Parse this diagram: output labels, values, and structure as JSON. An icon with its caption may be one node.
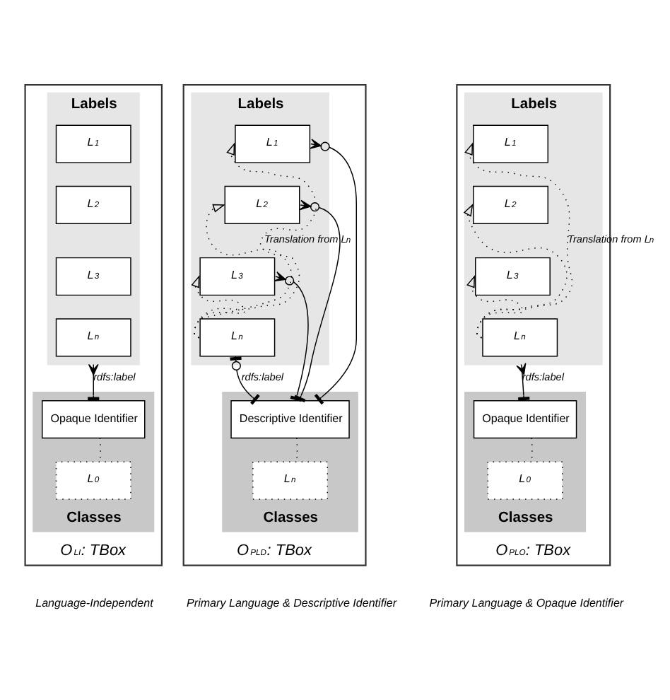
{
  "diagram": {
    "nodes": [
      {
        "text": [
          "O$_{LI}$: TBox"
        ],
        "beside": [
          "Language-Independent"
        ]
      },
      {
        "text": [
          "Labels"
        ],
        "in": 0
      },
      {
        "text": [
          "L$_{1}$"
        ],
        "in": 1
      },
      {
        "text": [
          "L$_{2}$"
        ],
        "in": 1
      },
      {
        "text": [
          "L$_{3}$"
        ],
        "in": 1
      },
      {
        "text": [
          "L$_{n}$"
        ],
        "in": 1
      },
      {
        "text": [
          "Classes"
        ],
        "in": 0
      },
      {
        "text": [
          "Opaque Identifier"
        ],
        "in": 6
      },
      {
        "text": [
          "L$_{0}$"
        ],
        "in": 6
      },
      {
        "text": [
          "O$_{PLD}$: TBox"
        ],
        "beside": [
          "Primary Language & Descriptive Identifier"
        ]
      },
      {
        "text": [
          "Labels"
        ],
        "in": 9
      },
      {
        "text": [
          "L$_{1}$"
        ],
        "in": 10
      },
      {
        "text": [
          "L$_{2}$"
        ],
        "in": 10
      },
      {
        "text": [
          "L$_{3}$"
        ],
        "in": 10
      },
      {
        "text": [
          "L$_{n}$"
        ],
        "in": 10
      },
      {
        "text": [
          "Classes"
        ],
        "in": 9
      },
      {
        "text": [
          "Descriptive Identifier"
        ],
        "in": 15
      },
      {
        "text": [
          "L$_{n}$"
        ],
        "in": 15
      },
      {
        "text": [
          "O$_{PLO}$: TBox"
        ],
        "beside": [
          "Primary Language & Opaque Identifier"
        ]
      },
      {
        "text": [
          "Labels"
        ],
        "in": 18
      },
      {
        "text": [
          "L$_{1}$"
        ],
        "in": 19
      },
      {
        "text": [
          "L$_{2}$"
        ],
        "in": 19
      },
      {
        "text": [
          "L$_{3}$"
        ],
        "in": 19
      },
      {
        "text": [
          "L$_{n}$"
        ],
        "in": 19
      },
      {
        "text": [
          "Classes"
        ],
        "in": 18
      },
      {
        "text": [
          "Opaque Identifier"
        ],
        "in": 24
      },
      {
        "text": [
          "L$_{0}$"
        ],
        "in": 24
      }
    ],
    "edges": [
      {
        "from": 1,
        "to": 7,
        "arrow": "other",
        "label": "rdfs:label"
      },
      {
        "from": 7,
        "to": 8,
        "arrow": "none",
        "style": "dashed"
      },
      {
        "from": 14,
        "to": 11,
        "arrow": "to",
        "style": "dashed",
        "label": "Translation from L$_{n}$"
      },
      {
        "from": 14,
        "to": 12,
        "arrow": "to",
        "style": "dashed"
      },
      {
        "from": 14,
        "to": 13,
        "arrow": "to",
        "style": "dashed"
      },
      {
        "from": 11,
        "to": 16,
        "arrow": "other"
      },
      {
        "from": 12,
        "to": 16,
        "arrow": "other"
      },
      {
        "from": 13,
        "to": 16,
        "arrow": "other"
      },
      {
        "from": 14,
        "to": 16,
        "arrow": "other",
        "label": "rdfs:label"
      },
      {
        "from": 16,
        "to": 17,
        "arrow": "none",
        "style": "dashed"
      },
      {
        "from": 23,
        "to": 20,
        "arrow": "to",
        "style": "dashed",
        "label": "Translation from L$_{n}$"
      },
      {
        "from": 23,
        "to": 21,
        "arrow": "to",
        "style": "dashed"
      },
      {
        "from": 23,
        "to": 22,
        "arrow": "to",
        "style": "dashed"
      },
      {
        "from": 19,
        "to": 25,
        "arrow": "other",
        "label": "rdfs:label"
      },
      {
        "from": 25,
        "to": 26,
        "arrow": "none",
        "style": "dashed"
      }
    ]
  }
}
